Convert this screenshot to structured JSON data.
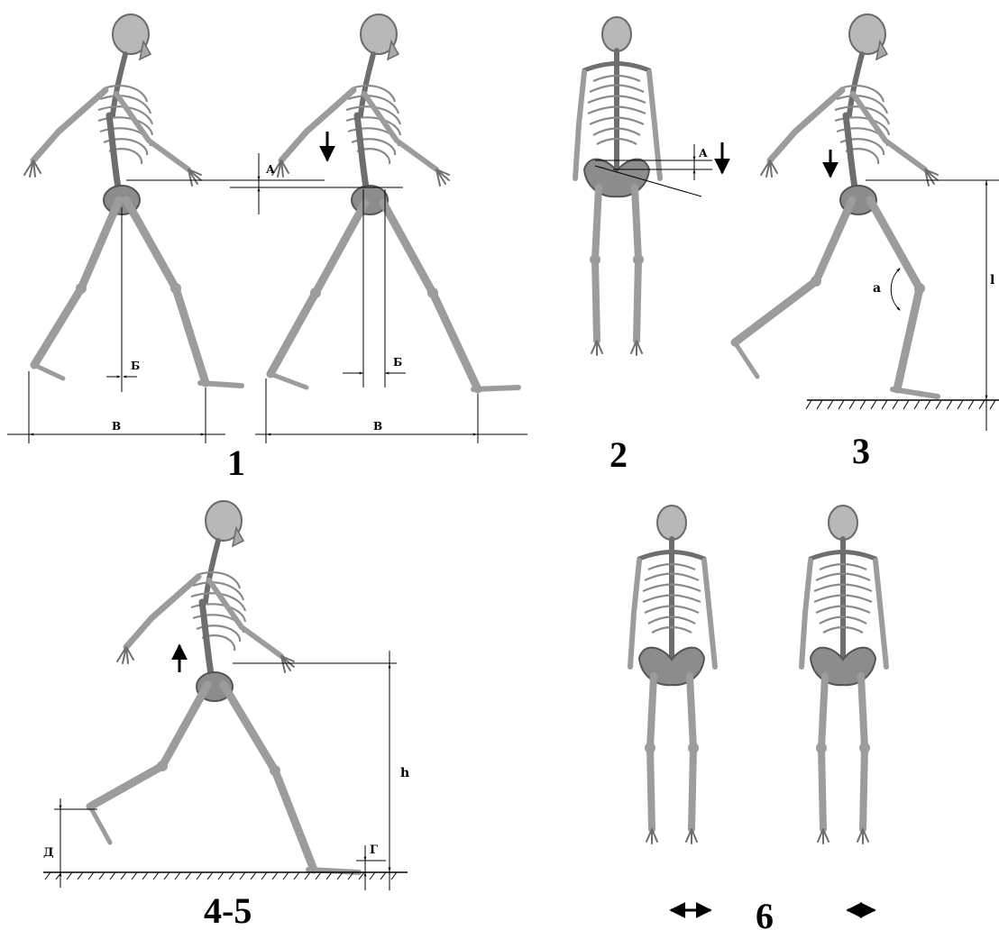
{
  "panels": [
    {
      "id": "1",
      "label": "1"
    },
    {
      "id": "2",
      "label": "2"
    },
    {
      "id": "3",
      "label": "3"
    },
    {
      "id": "4-5",
      "label": "4-5"
    },
    {
      "id": "6",
      "label": "6"
    }
  ],
  "annotations": {
    "A": "А",
    "B_small": "Б",
    "V": "В",
    "a": "a",
    "l": "l",
    "h": "h",
    "G": "Г",
    "D": "Д"
  },
  "arrows": {
    "down": "down-arrow",
    "up": "up-arrow",
    "double": "double-arrow"
  }
}
